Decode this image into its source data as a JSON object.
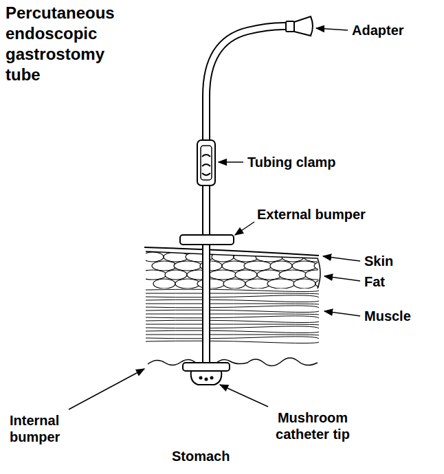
{
  "diagram": {
    "title": "Percutaneous endoscopic gastrostomy tube",
    "labels": [
      "Adapter",
      "Tubing clamp",
      "External bumper",
      "Skin",
      "Fat",
      "Muscle",
      "Internal bumper",
      "Mushroom catheter tip",
      "Stomach"
    ]
  }
}
